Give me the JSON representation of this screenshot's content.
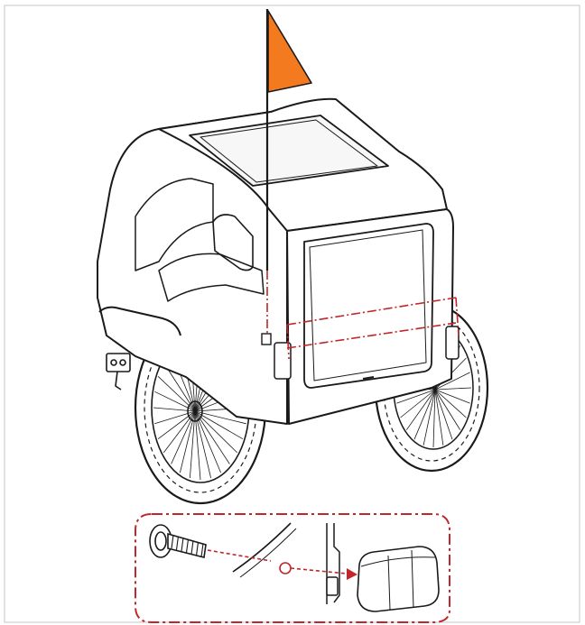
{
  "figure": {
    "kind": "assembly-illustration",
    "parts": [
      "pet-trailer",
      "safety-flag",
      "flag-pole",
      "rear-wheel",
      "front-wheel",
      "rear-door",
      "bolt",
      "washer",
      "end-cap",
      "bracket"
    ]
  },
  "colors": {
    "line": "#1a1a1a",
    "flag": "#f47a1f",
    "callout": "#c0262b",
    "background": "#ffffff"
  }
}
